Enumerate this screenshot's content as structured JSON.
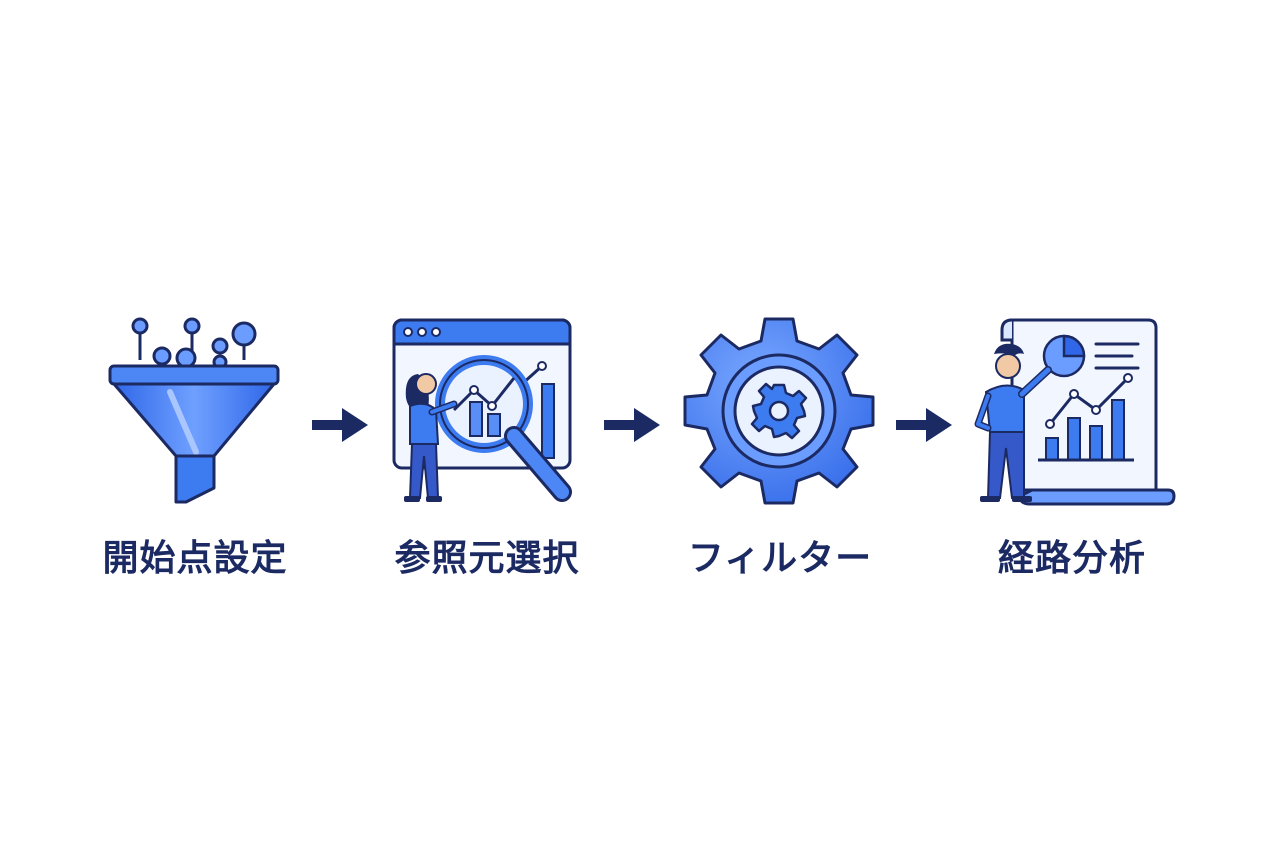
{
  "steps": [
    {
      "label": "開始点設定",
      "icon": "funnel-icon"
    },
    {
      "label": "参照元選択",
      "icon": "magnifier-analytics-icon"
    },
    {
      "label": "フィルター",
      "icon": "gear-icon"
    },
    {
      "label": "経路分析",
      "icon": "report-presenter-icon"
    }
  ],
  "colors": {
    "outline": "#1c2a63",
    "primary_blue": "#3d7bf0",
    "light_blue": "#8fb4ff",
    "pale_blue": "#eaf1ff",
    "arrow": "#1c2a63",
    "label_text": "#1c2a63"
  }
}
